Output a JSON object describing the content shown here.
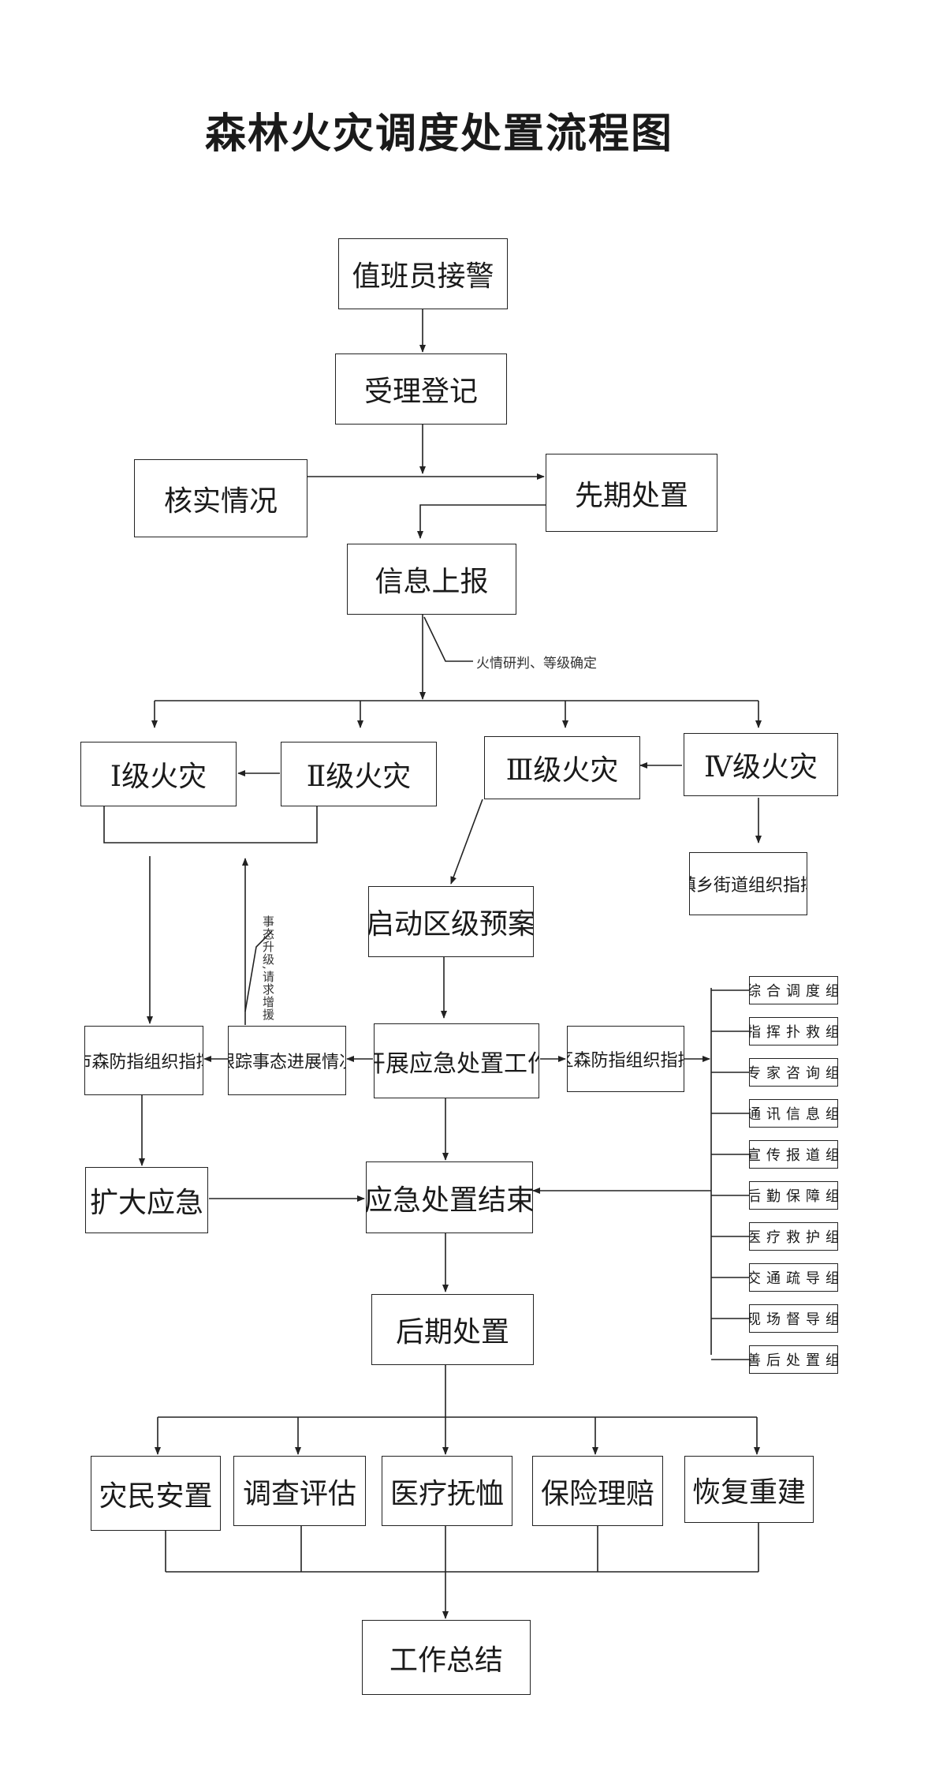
{
  "title": "森林火灾调度处置流程图",
  "nodes": {
    "receive_alarm": "值班员接警",
    "register": "受理登记",
    "verify": "核实情况",
    "initial_response": "先期处置",
    "report": "信息上报",
    "level1": "Ⅰ级火灾",
    "level2": "Ⅱ级火灾",
    "level3": "Ⅲ级火灾",
    "level4": "Ⅳ级火灾",
    "township_command": "镇乡街道组织指挥",
    "district_plan": "启动区级预案",
    "city_command": "市森防指组织指挥",
    "track_progress": "跟踪事态进展情况",
    "emergency_work": "开展应急处置工作",
    "district_command": "区森防指组织指挥",
    "expand": "扩大应急",
    "end_emergency": "应急处置结束",
    "aftermath": "后期处置",
    "resettle": "灾民安置",
    "investigate": "调查评估",
    "medical_relief": "医疗抚恤",
    "insurance": "保险理赔",
    "rebuild": "恢复重建",
    "summary": "工作总结"
  },
  "groups": [
    "综合调度组",
    "指挥扑救组",
    "专家咨询组",
    "通讯信息组",
    "宣传报道组",
    "后勤保障组",
    "医疗救护组",
    "交通疏导组",
    "现场督导组",
    "善后处置组"
  ],
  "annotations": {
    "fire_judgement": "火情研判、等级确定",
    "escalation": "事态升级,请求增援"
  }
}
